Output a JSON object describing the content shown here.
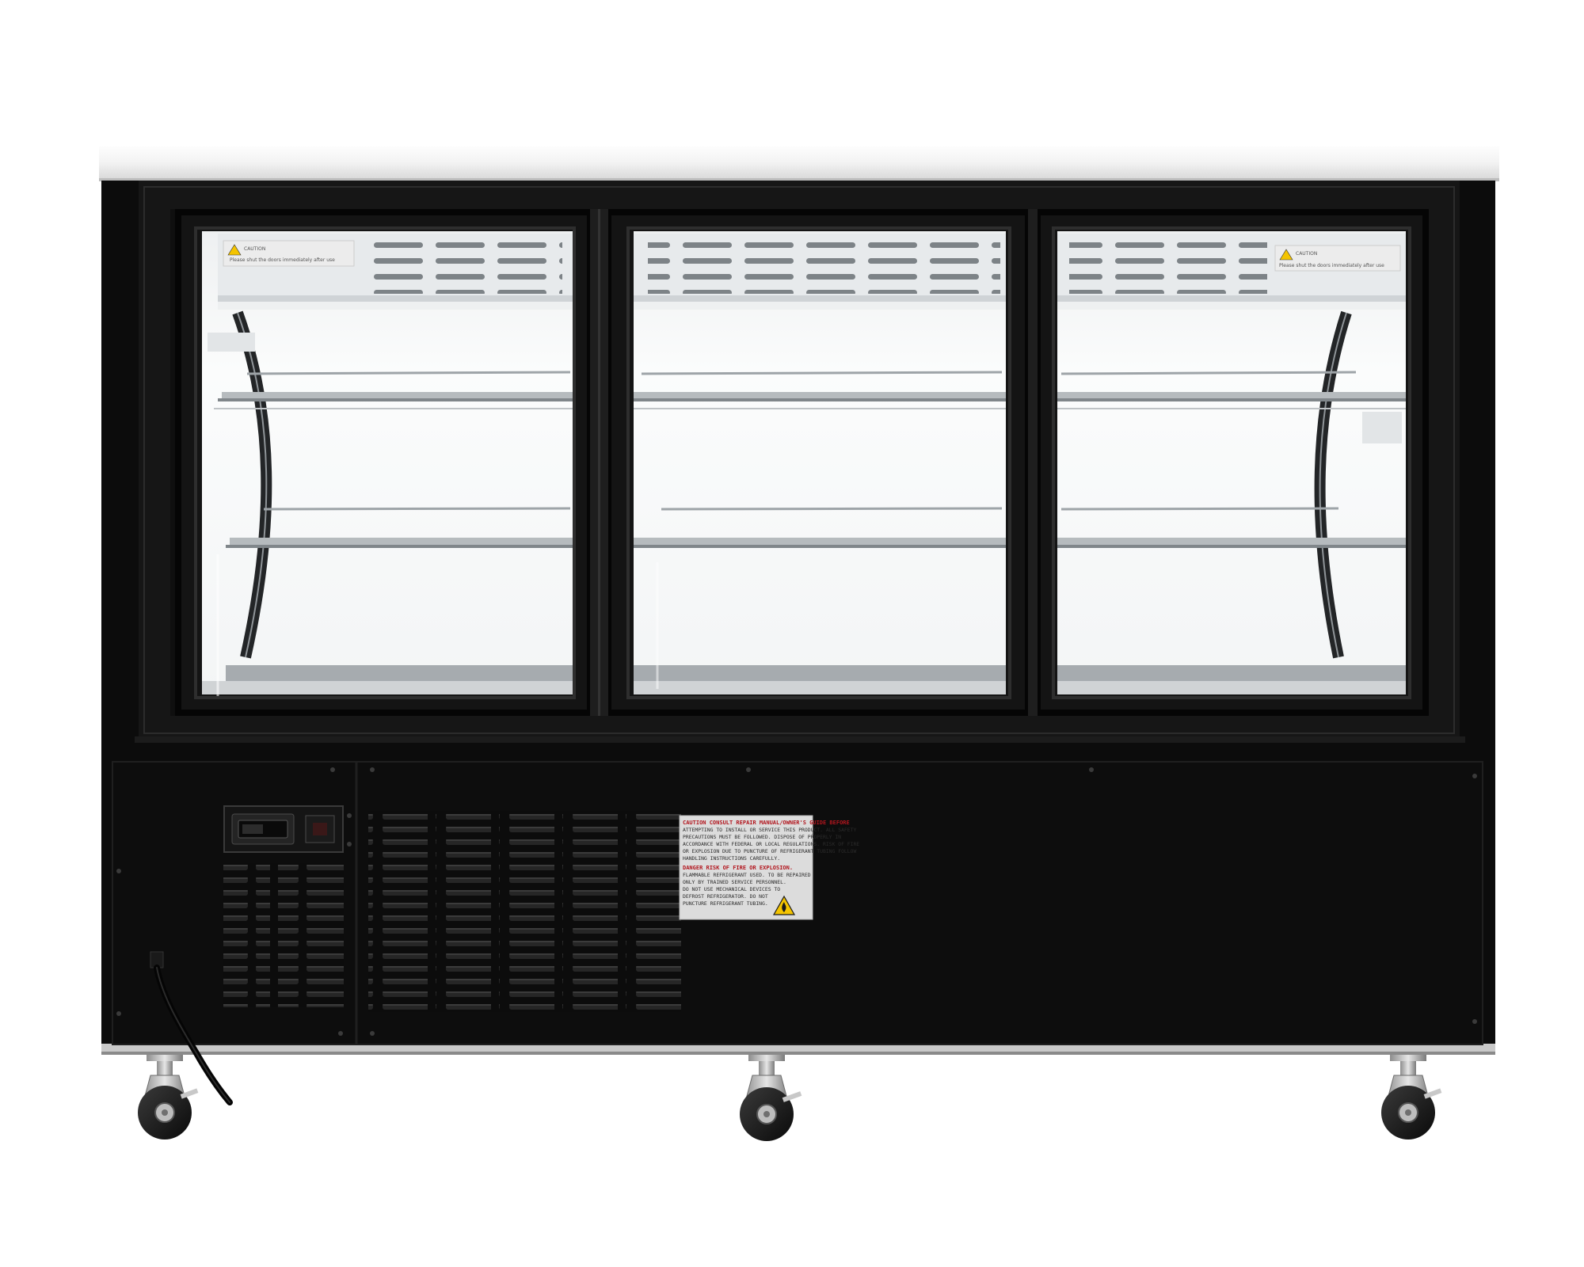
{
  "product": {
    "type": "refrigerated display case",
    "doors": 3,
    "shelves_per_section": 2,
    "casters": 3,
    "colors": {
      "background": "#ffffff",
      "cabinet": "#0c0c0c",
      "frame": "#181818",
      "countertop": "#f1f1f1",
      "glass": "#f4f6f7",
      "shelf": "#9ea4a8",
      "label_bg": "#dcdcdc",
      "hazard": "#f4c400"
    }
  },
  "warning_label": {
    "lines": [
      "CAUTION CONSULT REPAIR MANUAL/OWNER'S GUIDE BEFORE",
      "ATTEMPTING TO INSTALL OR SERVICE THIS PRODUCT. ALL SAFETY",
      "PRECAUTIONS MUST BE FOLLOWED. DISPOSE OF PROPERLY IN",
      "ACCORDANCE WITH FEDERAL OR LOCAL REGULATIONS. RISK OF FIRE",
      "OR EXPLOSION DUE TO PUNCTURE OF REFRIGERANT TUBING FOLLOW",
      "HANDLING INSTRUCTIONS CAREFULLY.",
      "DANGER RISK OF FIRE OR EXPLOSION.",
      "FLAMMABLE REFRIGERANT USED. TO BE REPAIRED",
      "ONLY BY TRAINED SERVICE PERSONNEL.",
      "DO NOT USE MECHANICAL DEVICES TO",
      "DEFROST REFRIGERATOR. DO NOT",
      "PUNCTURE REFRIGERANT TUBING."
    ],
    "hazard_icon": "flammable-hazard-icon"
  },
  "door_stickers": {
    "left": [
      "CAUTION",
      "Please shut the doors immediately after use"
    ],
    "right": [
      "CAUTION",
      "Please shut the doors immediately after use"
    ]
  },
  "icons": {
    "power_switch": "power-switch-icon",
    "caster": "caster-wheel-icon",
    "cord": "power-cord-icon"
  }
}
